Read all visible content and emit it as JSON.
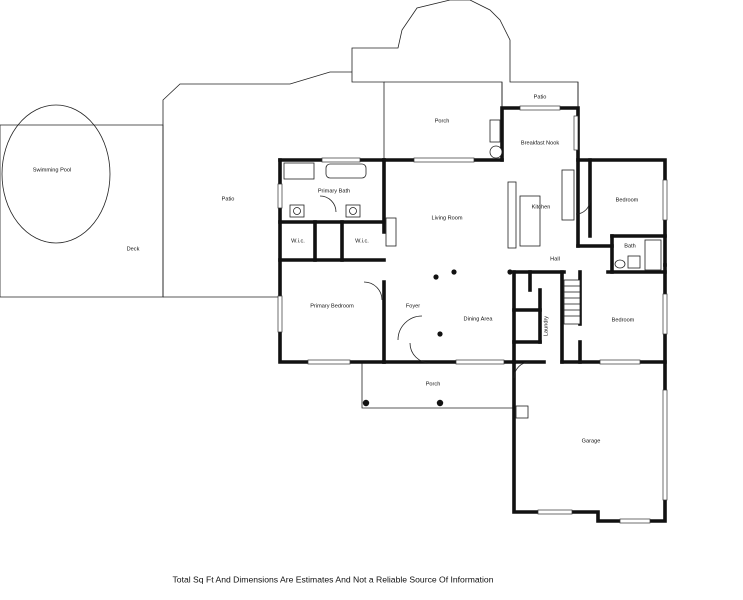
{
  "plan": {
    "rooms": {
      "swimming_pool": "Swimming Pool",
      "deck": "Deck",
      "patio_left": "Patio",
      "porch_back": "Porch",
      "patio_top": "Patio",
      "breakfast_nook": "Breakfast Nook",
      "primary_bath": "Primary Bath",
      "living_room": "Living Room",
      "kitchen": "Kitchen",
      "bedroom_1": "Bedroom",
      "bath": "Bath",
      "wic_1": "W.i.c.",
      "wic_2": "W.i.c.",
      "hall": "Hall",
      "primary_bedroom": "Primary Bedroom",
      "foyer": "Foyer",
      "dining_area": "Dining Area",
      "laundry": "Laundry",
      "bedroom_2": "Bedroom",
      "porch_front": "Porch",
      "garage": "Garage"
    },
    "disclaimer": "Total Sq Ft And Dimensions Are Estimates And Not a Reliable Source Of Information"
  }
}
